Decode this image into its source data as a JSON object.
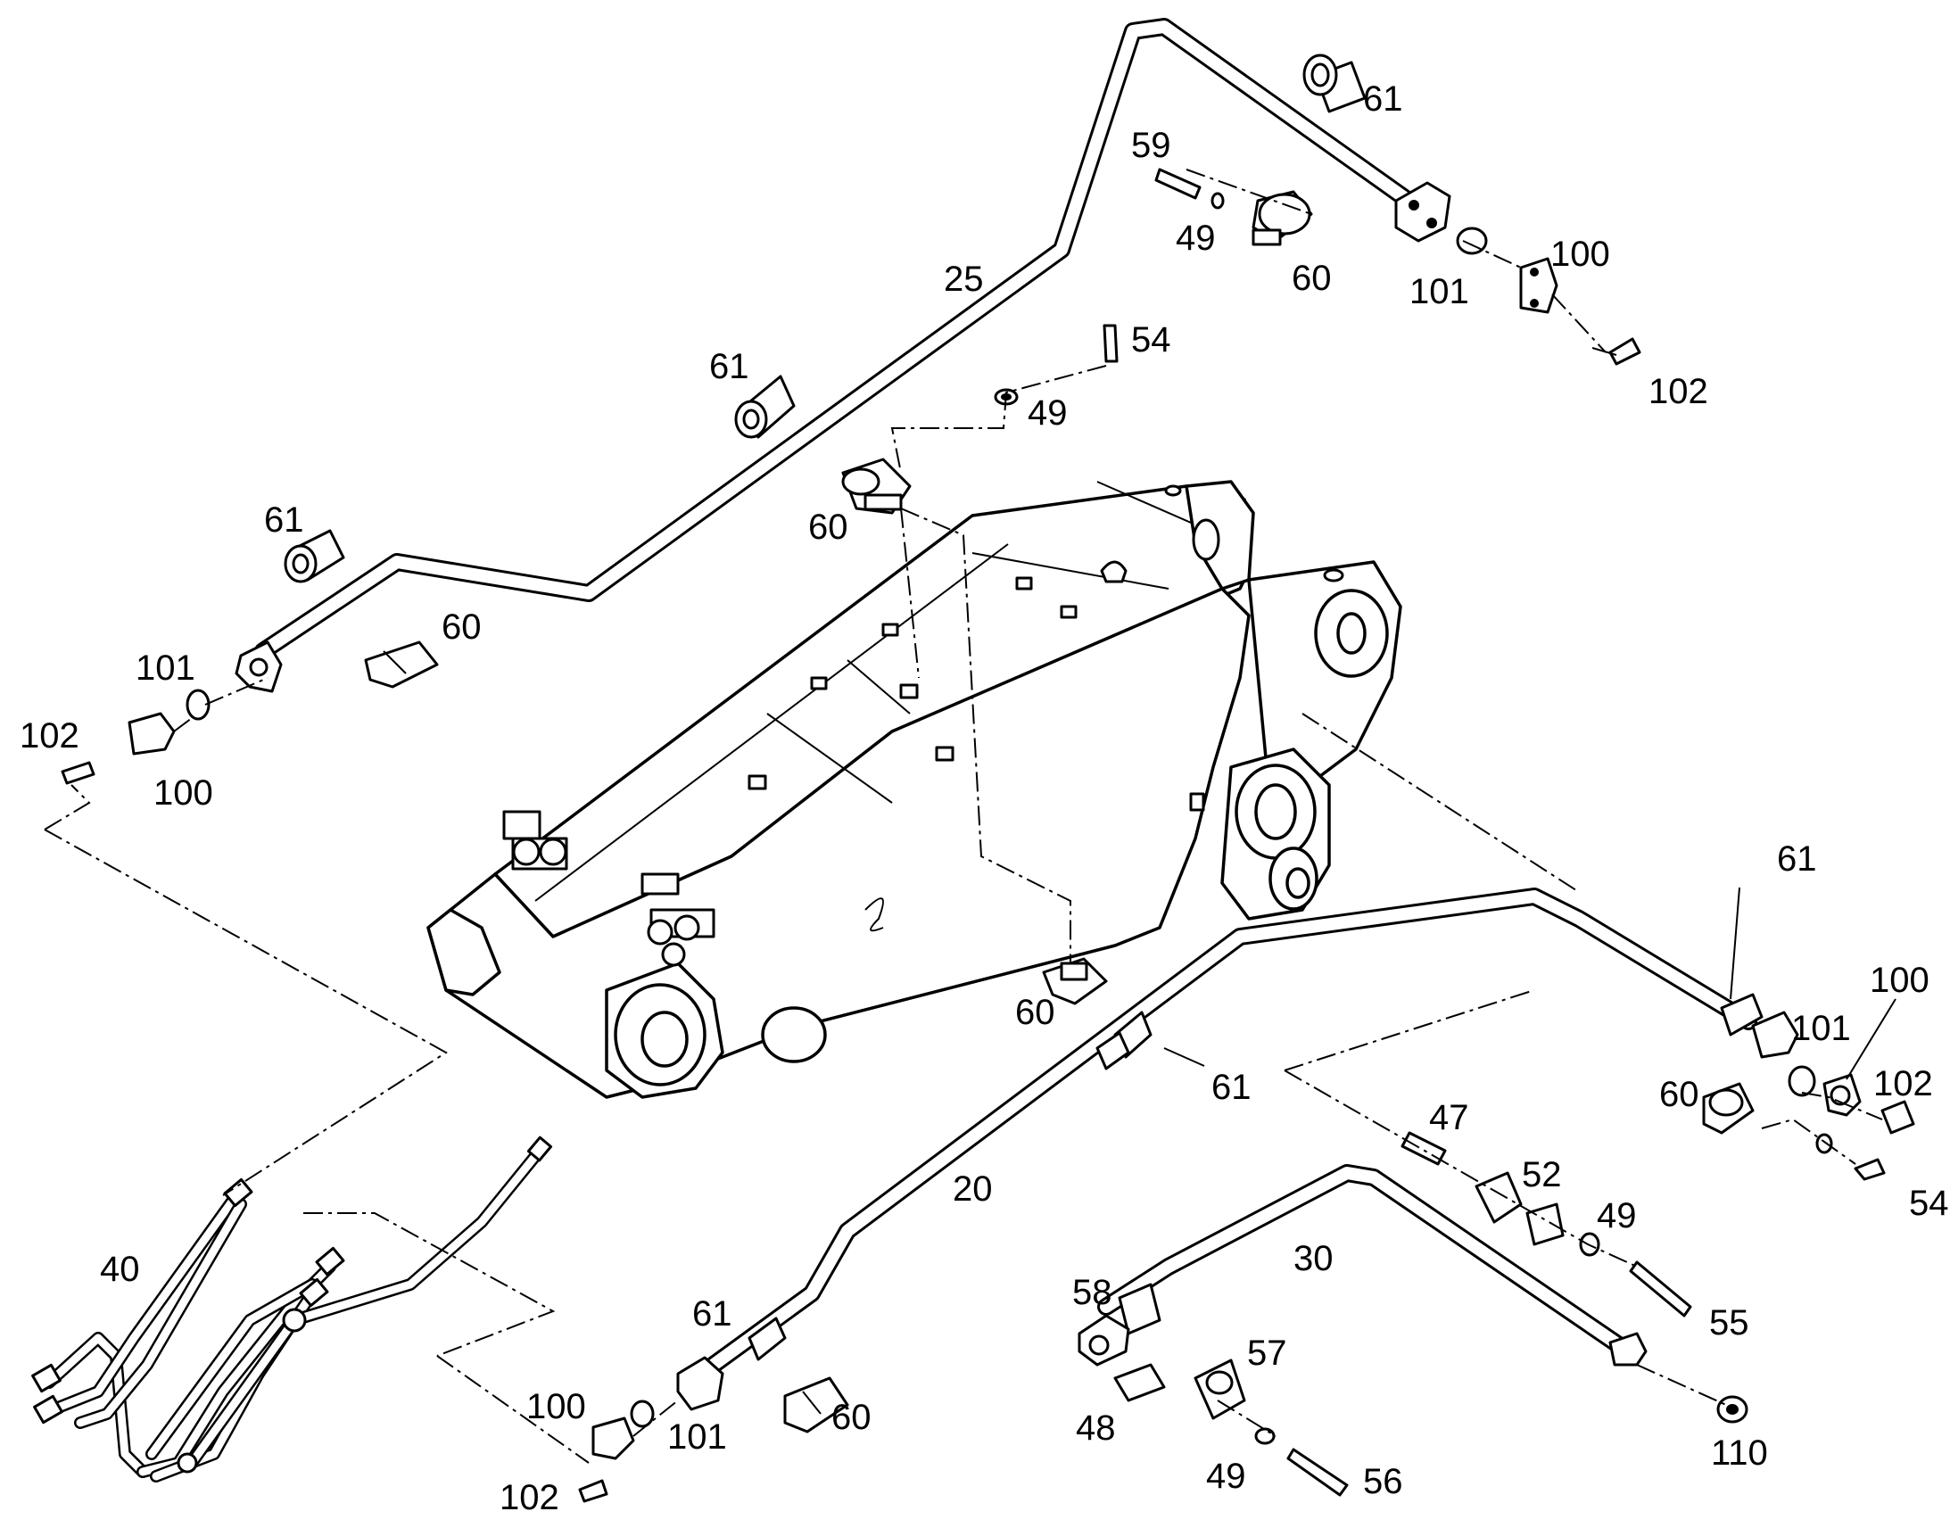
{
  "labels": {
    "l25": "25",
    "l61a": "61",
    "l59": "59",
    "l49a": "49",
    "l60a": "60",
    "l101a": "101",
    "l100a": "100",
    "l102a": "102",
    "l54a": "54",
    "l61b": "61",
    "l49b": "49",
    "l60b": "60",
    "l61c": "61",
    "l60c": "60",
    "l101b": "101",
    "l102b": "102",
    "l100b": "100",
    "l61d": "61",
    "l101c": "101",
    "l100c": "100",
    "l102c": "102",
    "l60d": "60",
    "l54b": "54",
    "l61e": "61",
    "l20": "20",
    "l47": "47",
    "l52": "52",
    "l49c": "49",
    "l30": "30",
    "l55": "55",
    "l40": "40",
    "l61f": "61",
    "l100d": "100",
    "l101d": "101",
    "l60e": "60",
    "l102d": "102",
    "l58": "58",
    "l57": "57",
    "l48": "48",
    "l49d": "49",
    "l56": "56",
    "l110": "110",
    "l60f": "60"
  }
}
